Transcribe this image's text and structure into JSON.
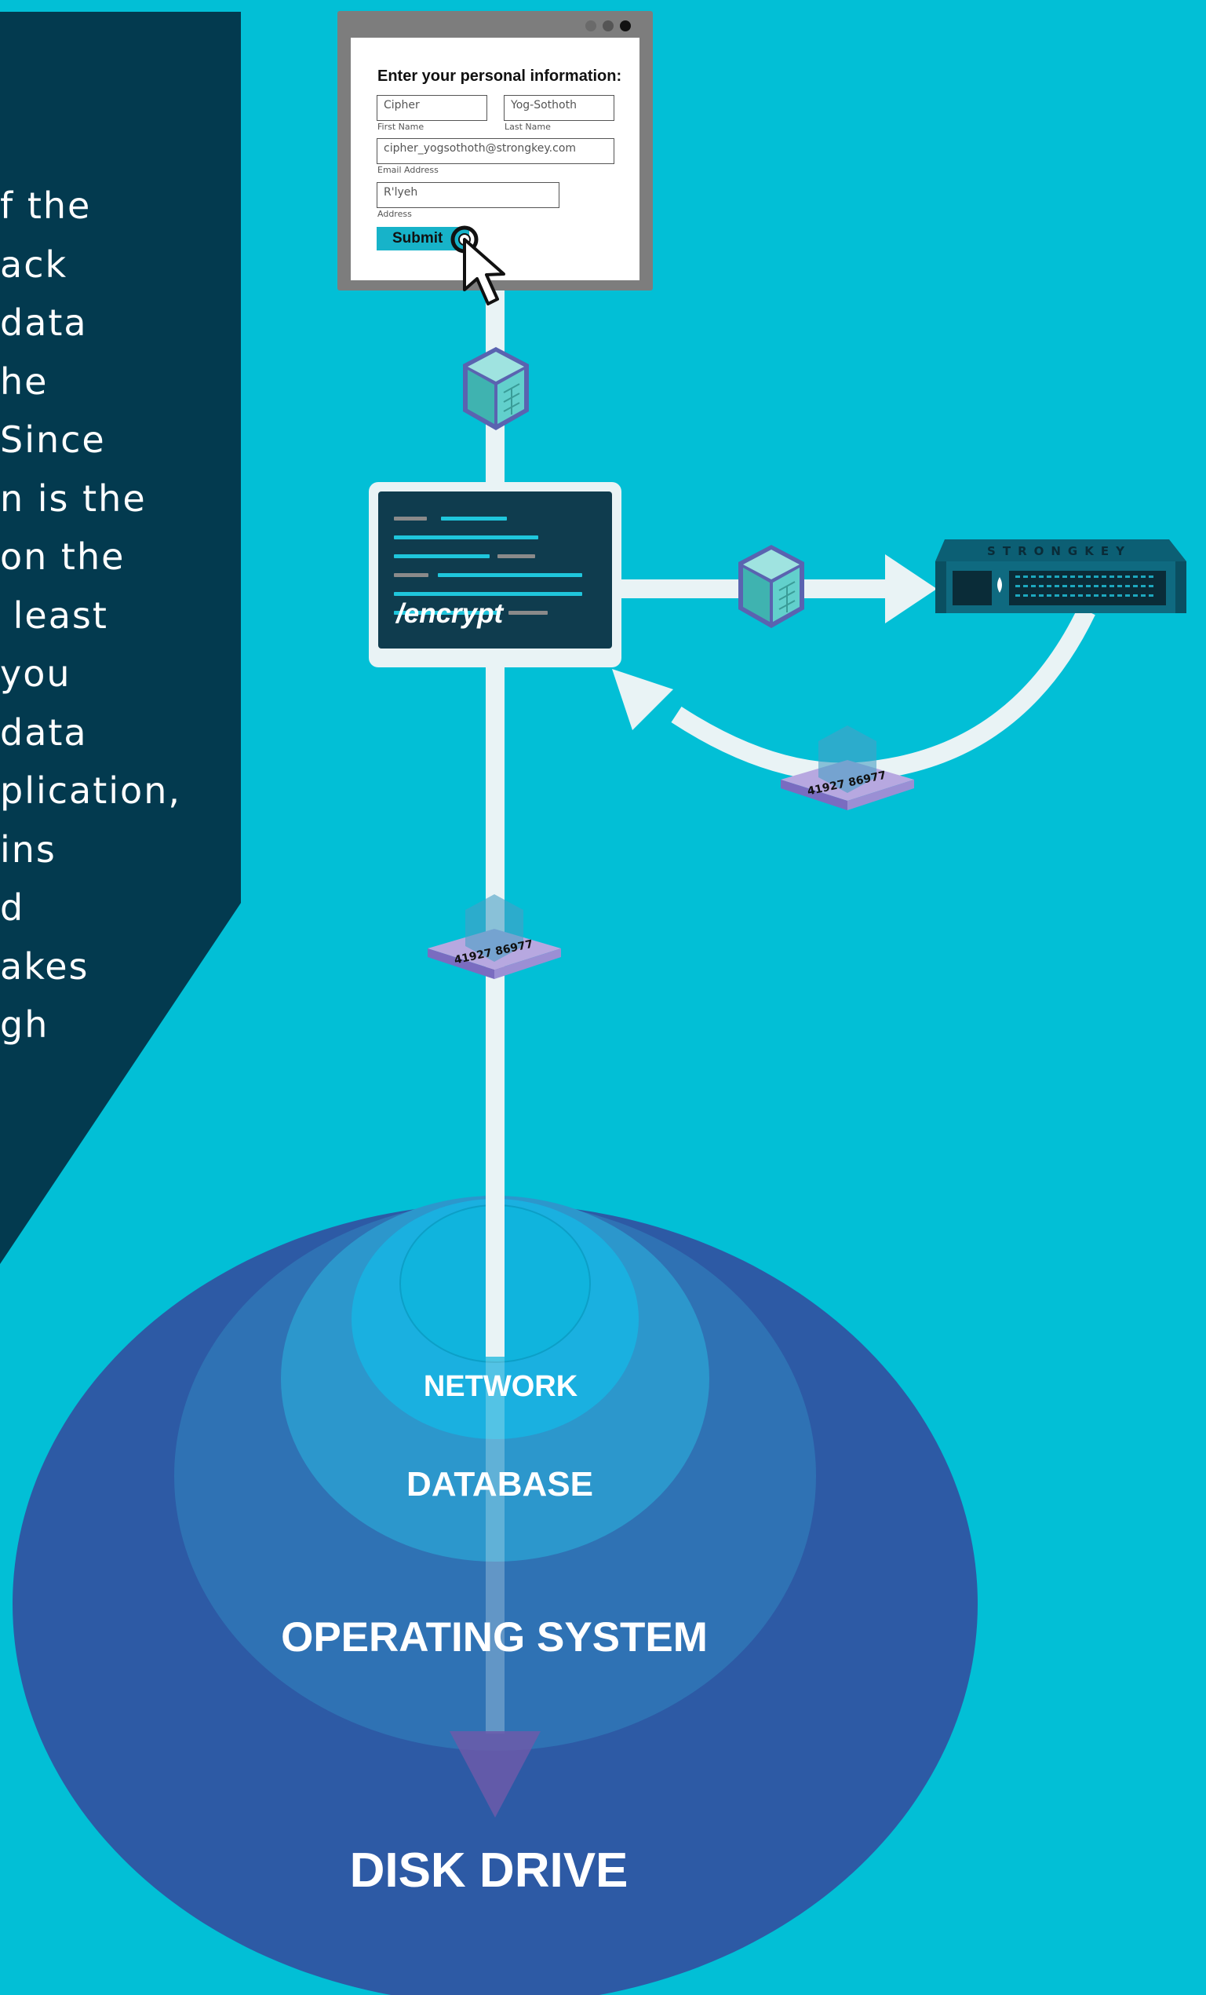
{
  "colors": {
    "background": "#02bfd6",
    "panel": "#033a4f",
    "accent": "#17b3c9",
    "server": "#0f6a80"
  },
  "side_text_lines": [
    "f the",
    "ack",
    "data",
    "he",
    "Since",
    "n is the",
    "on the",
    " least",
    "you",
    "data",
    "plication,",
    "ins",
    "d",
    "akes",
    "gh"
  ],
  "form": {
    "heading": "Enter your personal information:",
    "first_name": {
      "value": "Cipher",
      "label": "First Name"
    },
    "last_name": {
      "value": "Yog-Sothoth",
      "label": "Last Name"
    },
    "email": {
      "value": "cipher_yogsothoth@strongkey.com",
      "label": "Email Address"
    },
    "address": {
      "value": "R'lyeh",
      "label": "Address"
    },
    "submit_label": "Submit"
  },
  "encrypt_endpoint": "/encrypt",
  "server": {
    "brand": "STRONGKEY"
  },
  "token": {
    "digits": "41927 86977"
  },
  "layers": {
    "network": "NETWORK",
    "database": "DATABASE",
    "operating_system": "OPERATING SYSTEM",
    "disk_drive": "DISK DRIVE"
  }
}
